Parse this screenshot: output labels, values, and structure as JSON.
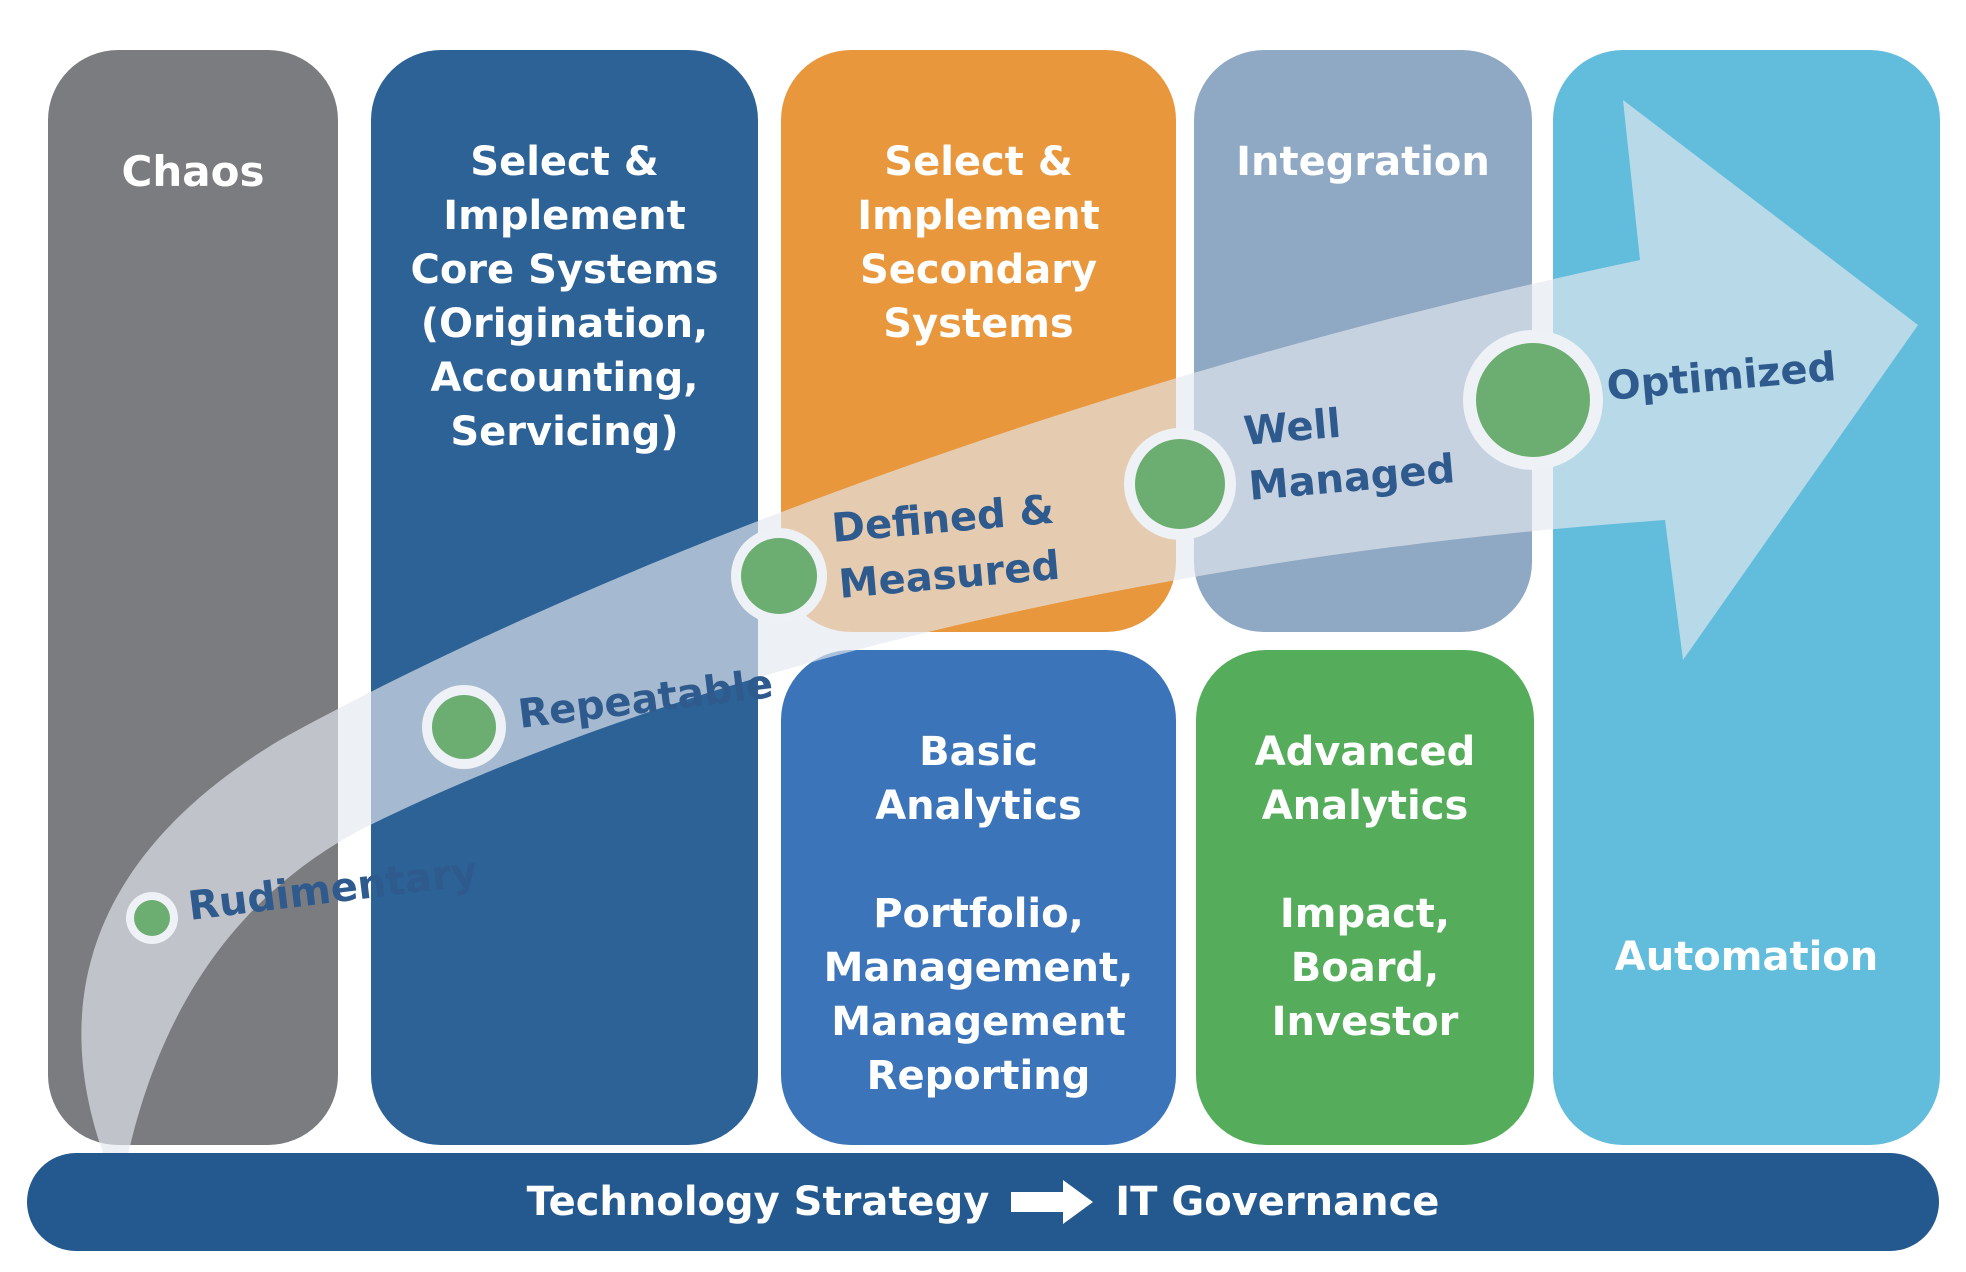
{
  "colors": {
    "chaos": "#7b7c80",
    "core": "#2d6297",
    "secondary": "#e8973d",
    "integration": "#8fa8c3",
    "automation": "#62bcdc",
    "basic": "#3b74b8",
    "advanced": "#55ad5b",
    "governance": "#24598f",
    "stage_text": "#2e5a8e",
    "dot": "#6cae72"
  },
  "columns": {
    "chaos": "Chaos",
    "core": "Select &\nImplement\nCore Systems\n(Origination,\nAccounting,\nServicing)",
    "secondary": "Select &\nImplement\nSecondary\nSystems",
    "integration": "Integration",
    "automation": "Automation",
    "basic": "Basic\nAnalytics\n\nPortfolio,\nManagement,\nManagement\nReporting",
    "advanced": "Advanced\nAnalytics\n\nImpact,\nBoard,\nInvestor"
  },
  "stages": {
    "rudimentary": "Rudimentary",
    "repeatable": "Repeatable",
    "defined_1": "Defined &",
    "defined_2": "Measured",
    "well_1": "Well",
    "well_2": "Managed",
    "optimized": "Optimized"
  },
  "governance": {
    "left": "Technology Strategy",
    "right": "IT Governance",
    "arrow_icon": "right-arrow-icon"
  }
}
